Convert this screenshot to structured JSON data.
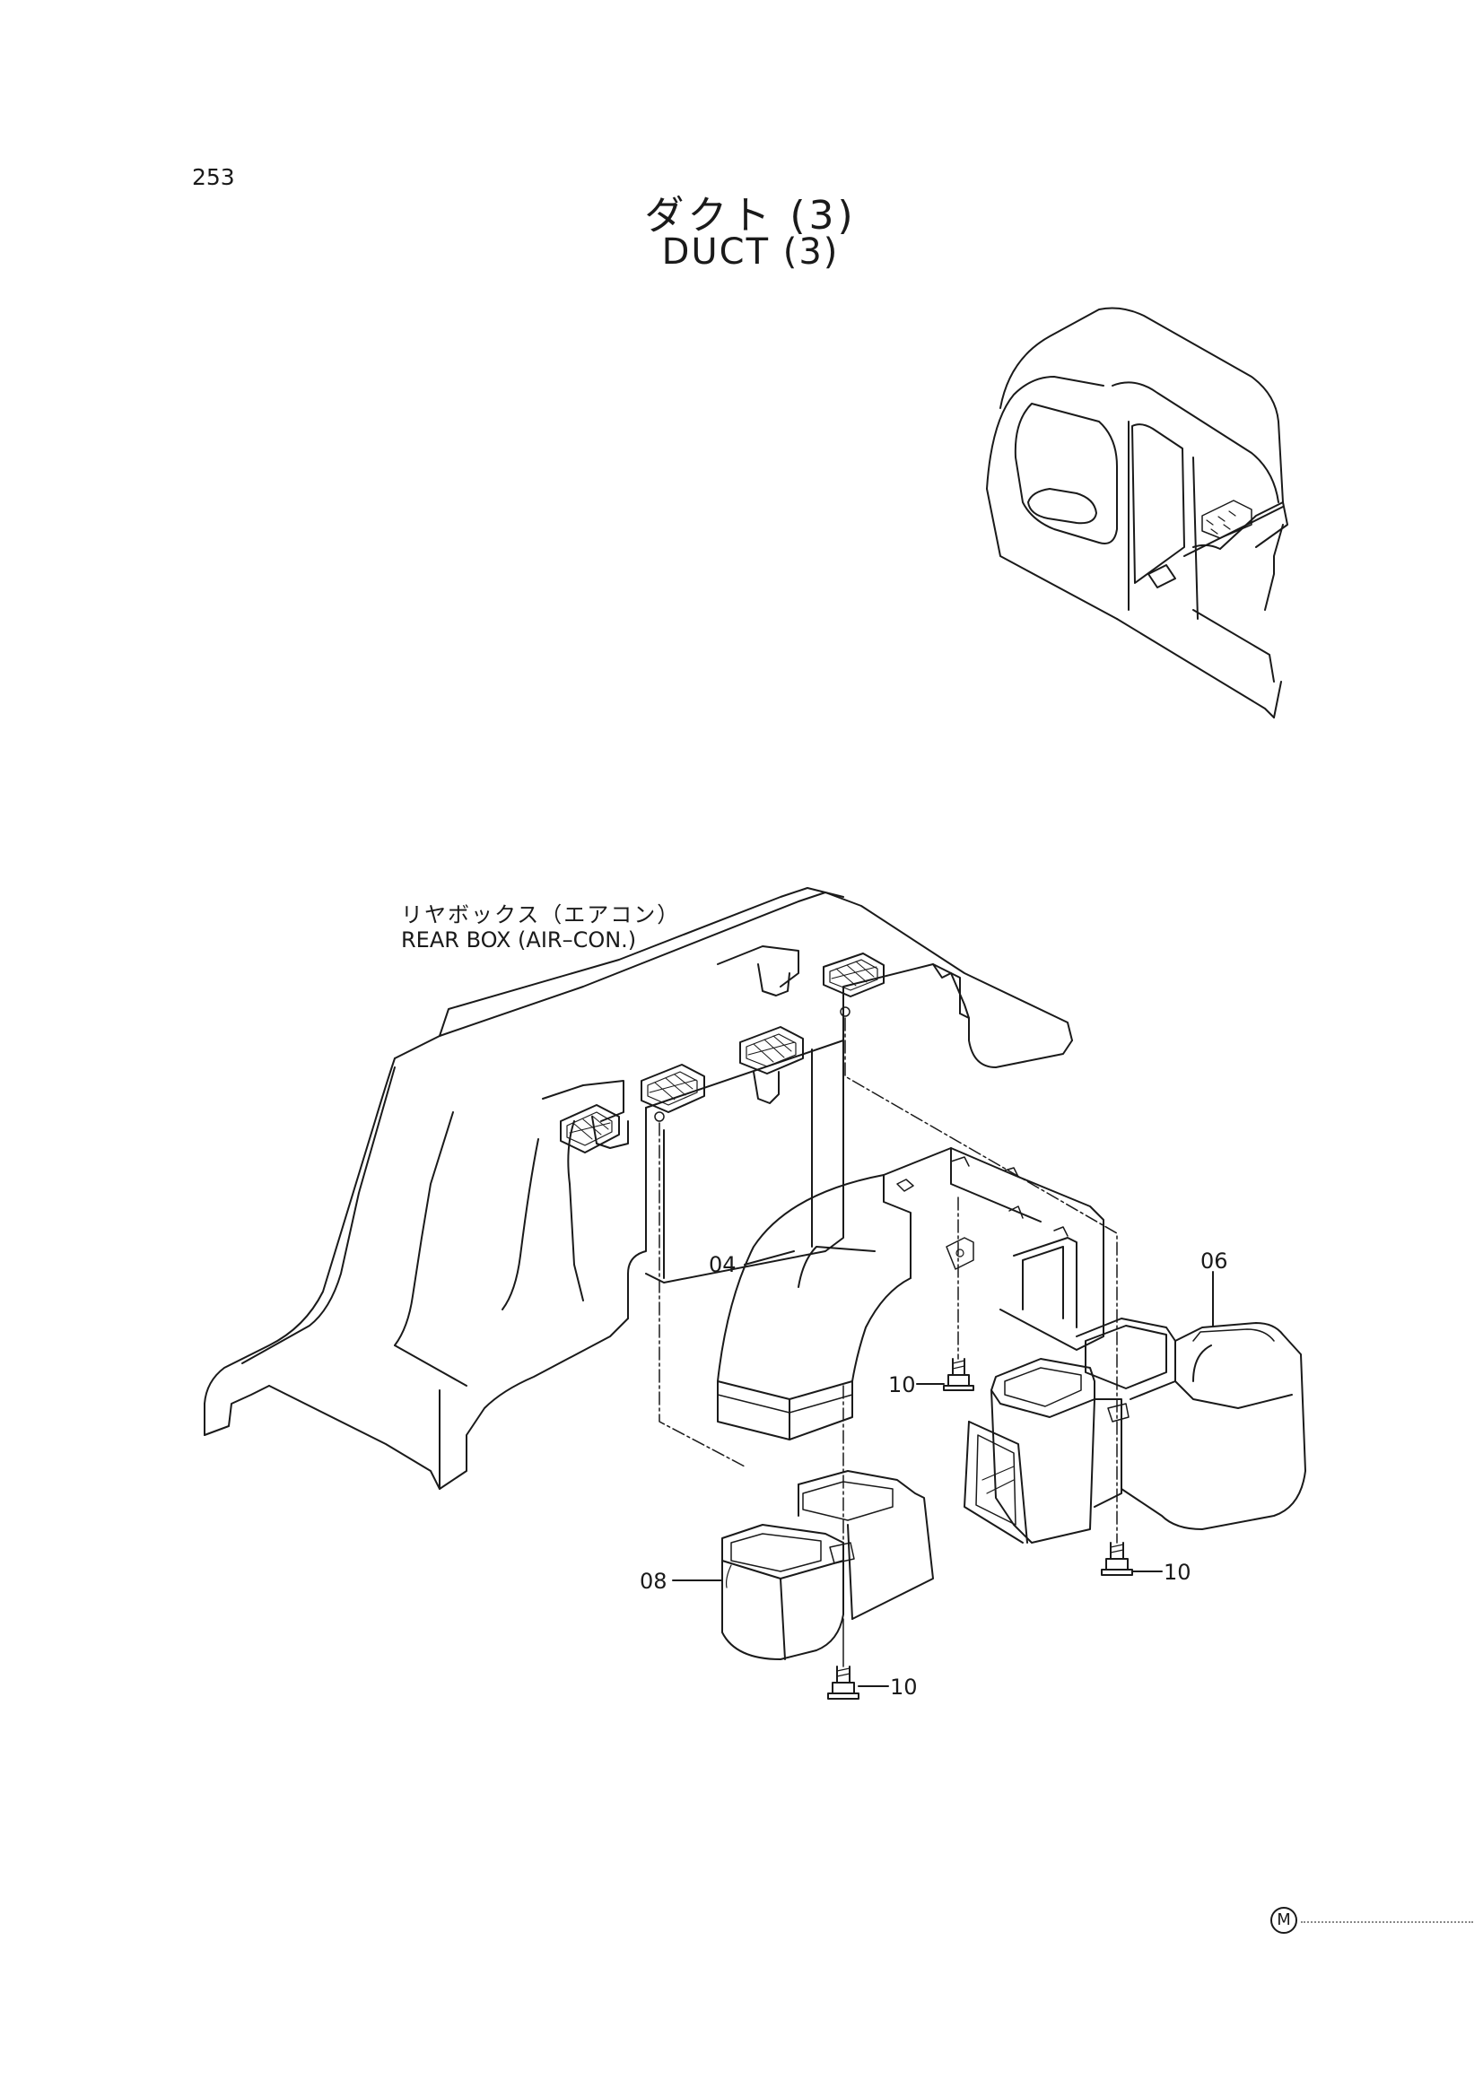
{
  "page": {
    "number": "253",
    "title_jp": "ダクト (3)",
    "title_en": "DUCT (3)"
  },
  "callout": {
    "label_jp": "リヤボックス（エアコン）",
    "label_en": "REAR BOX (AIR–CON.)"
  },
  "parts": [
    {
      "label": "04"
    },
    {
      "label": "06"
    },
    {
      "label": "08"
    },
    {
      "label": "10"
    },
    {
      "label": "10"
    },
    {
      "label": "10"
    }
  ],
  "marker": {
    "symbol": "M"
  }
}
